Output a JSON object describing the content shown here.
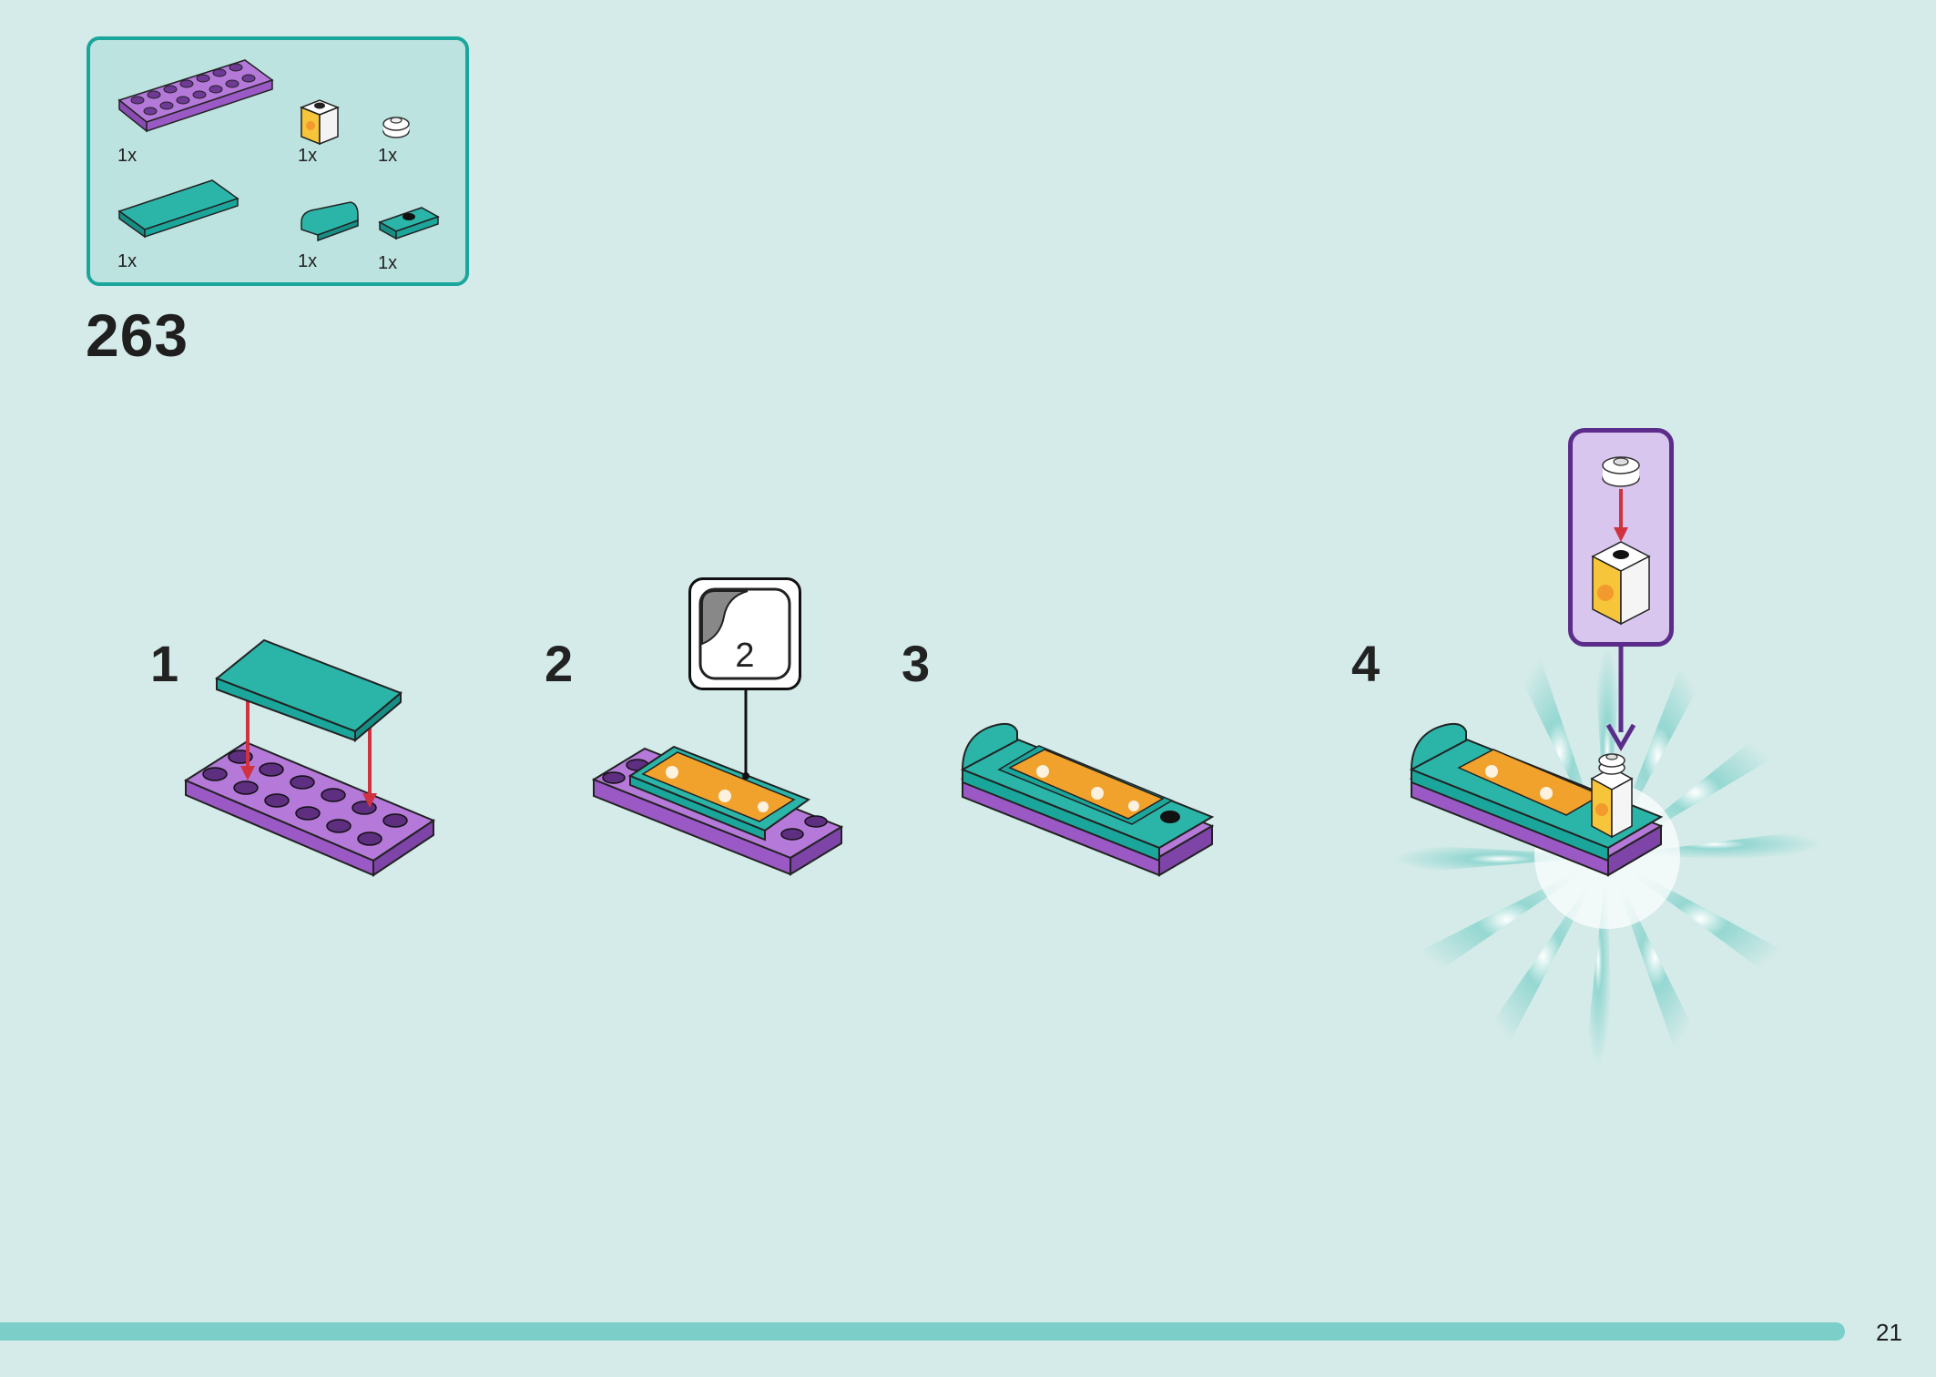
{
  "parts_list": {
    "quantities": [
      "1x",
      "1x",
      "1x",
      "1x",
      "1x",
      "1x"
    ],
    "pieces": [
      "purple-plate-2x8",
      "white-printed-brick-1x1",
      "white-round-plate",
      "teal-tile-2x4",
      "teal-curved-slope",
      "teal-plate-with-stud"
    ]
  },
  "main_step": "263",
  "substeps": [
    {
      "number": "1"
    },
    {
      "number": "2",
      "sticker": "2"
    },
    {
      "number": "3"
    },
    {
      "number": "4"
    }
  ],
  "page_number": "21",
  "colors": {
    "background": "#d4ebe9",
    "accent_teal": "#1ba69c",
    "purple": "#9b59c6",
    "orange": "#f1a22c",
    "arrow_red": "#d0323f",
    "callout_purple": "#5b2c8a"
  }
}
